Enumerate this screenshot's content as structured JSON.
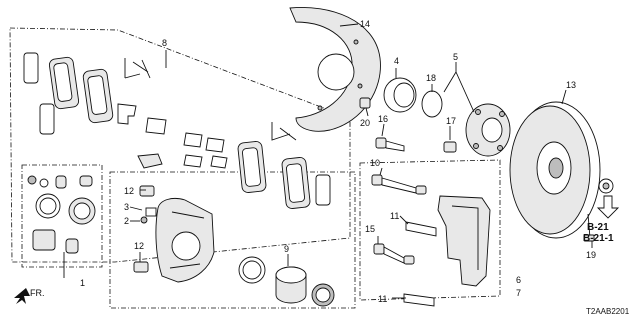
{
  "diagram": {
    "callouts": {
      "c1": "1",
      "c2": "2",
      "c3": "3",
      "c4": "4",
      "c5": "5",
      "c6": "6",
      "c7": "7",
      "c8": "8",
      "c9": "9",
      "c10": "10",
      "c11a": "11",
      "c11b": "11",
      "c12a": "12",
      "c12b": "12",
      "c13": "13",
      "c14": "14",
      "c15": "15",
      "c16": "16",
      "c17": "17",
      "c18": "18",
      "c19": "19",
      "c20": "20"
    },
    "references": [
      "B-21",
      "B-21-1"
    ],
    "front_label": "FR.",
    "diagram_code": "T2AAB2201"
  }
}
